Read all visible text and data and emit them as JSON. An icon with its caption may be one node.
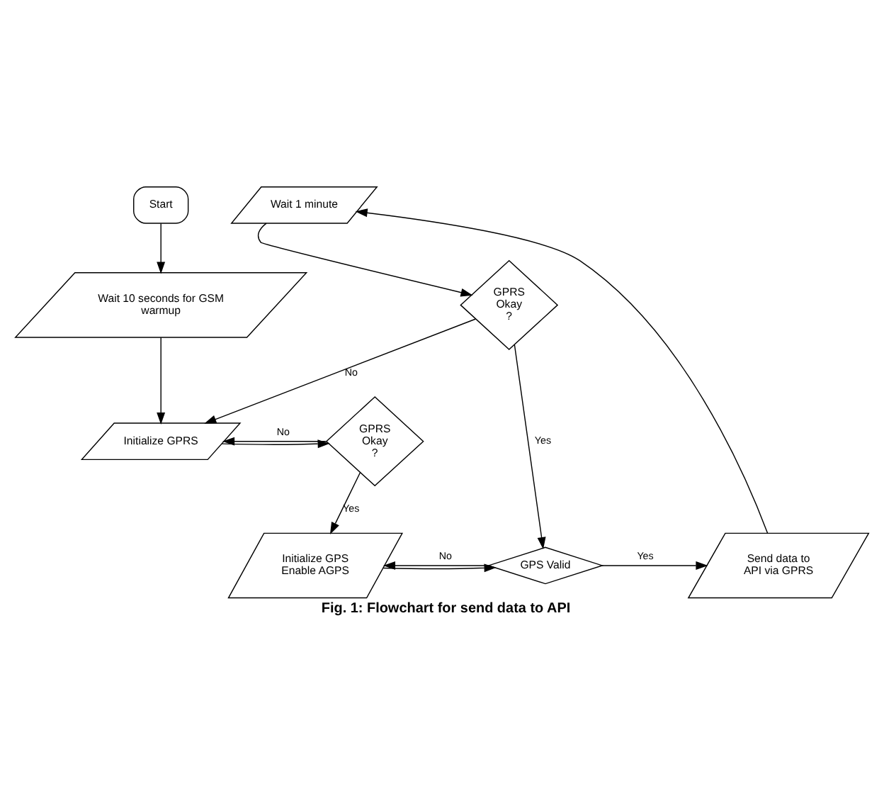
{
  "diagram": {
    "caption": "Fig. 1: Flowchart for send data to API",
    "nodes": [
      {
        "text": [
          "Start"
        ]
      },
      {
        "text": [
          "Wait 10 seconds for GSM warmup"
        ]
      },
      {
        "text": [
          "GPRS Okay ?"
        ]
      },
      {
        "text": [
          "Initialize GPRS"
        ]
      },
      {
        "text": [
          "GPRS Okay ?"
        ]
      },
      {
        "text": [
          "Wait 1 minute"
        ]
      },
      {
        "text": [
          "Initialize GPS Enable AGPS"
        ]
      },
      {
        "text": [
          "GPS Valid"
        ]
      },
      {
        "text": [
          "Send data to API via GPRS"
        ]
      }
    ],
    "edges": [
      {
        "from": 0,
        "to": 1,
        "arrow": "to"
      },
      {
        "from": 1,
        "to": 3,
        "arrow": "to"
      },
      {
        "from": 3,
        "to": 4,
        "arrow": "to"
      },
      {
        "from": 4,
        "to": 3,
        "arrow": "to",
        "label": "No"
      },
      {
        "from": 4,
        "to": 6,
        "arrow": "to",
        "label": "Yes"
      },
      {
        "from": 6,
        "to": 7,
        "arrow": "to"
      },
      {
        "from": 7,
        "to": 6,
        "arrow": "to",
        "label": "No"
      },
      {
        "from": 7,
        "to": 8,
        "arrow": "to",
        "label": "Yes"
      },
      {
        "from": 8,
        "to": 5,
        "arrow": "to"
      },
      {
        "from": 5,
        "to": 2,
        "arrow": "to"
      },
      {
        "from": 2,
        "to": 7,
        "arrow": "to",
        "label": "Yes"
      },
      {
        "from": 2,
        "to": 3,
        "arrow": "to",
        "label": "No"
      }
    ]
  }
}
